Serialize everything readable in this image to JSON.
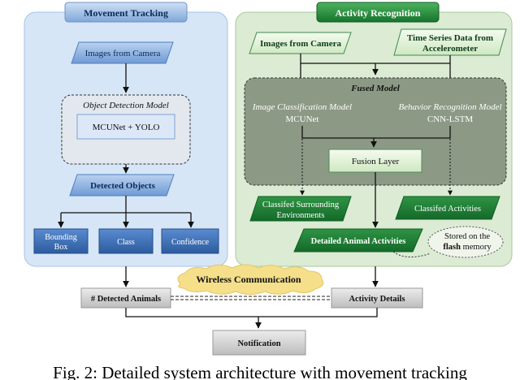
{
  "movement": {
    "header": "Movement Tracking",
    "images": "Images from Camera",
    "model_title": "Object Detection Model",
    "model_name": "MCUNet + YOLO",
    "detected": "Detected Objects",
    "outputs": [
      "Bounding Box",
      "Class",
      "Confidence"
    ]
  },
  "activity": {
    "header": "Activity Recognition",
    "images": "Images from Camera",
    "timeseries": [
      "Time Series Data from",
      "Accelerometer"
    ],
    "fused_title": "Fused Model",
    "image_model": {
      "title": "Image Classification Model",
      "name": "MCUNet"
    },
    "behavior_model": {
      "title": "Behavior Recognition Model",
      "name": "CNN-LSTM"
    },
    "fusion": "Fusion Layer",
    "env": [
      "Classifed Surrounding",
      "Environments"
    ],
    "classified_activities": "Classifed Activities",
    "detailed": "Detailed Animal Activities",
    "stored": [
      "Stored on the",
      "flash memory"
    ]
  },
  "bottom": {
    "wireless": "Wireless Communication",
    "detected_animals": "# Detected Animals",
    "activity_details": "Activity Details",
    "notification": "Notification"
  },
  "caption": "Fig. 2: Detailed system architecture with movement tracking",
  "colors": {
    "left_panel": "#d6e6f7",
    "right_panel": "#dcebd3",
    "blue_shape": "#8fb4e3",
    "blue_dark": "#2f5fa0",
    "green_dark": "#1e7b36",
    "fused_gray": "#8c9a85",
    "gray_box": "#d0d0d0",
    "cloud": "#f5df8a"
  }
}
